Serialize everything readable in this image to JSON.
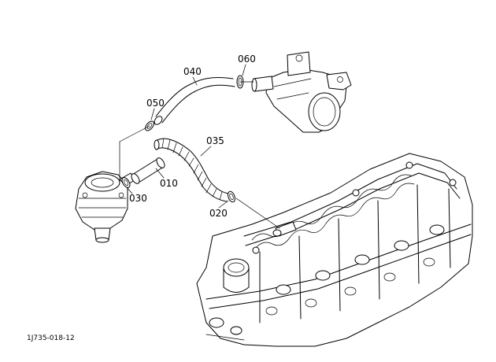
{
  "diagram": {
    "reference_code": "1J735-018-12",
    "labels": {
      "p010": "010",
      "p020": "020",
      "p030": "030",
      "p035": "035",
      "p040": "040",
      "p050": "050",
      "p060": "060"
    }
  }
}
